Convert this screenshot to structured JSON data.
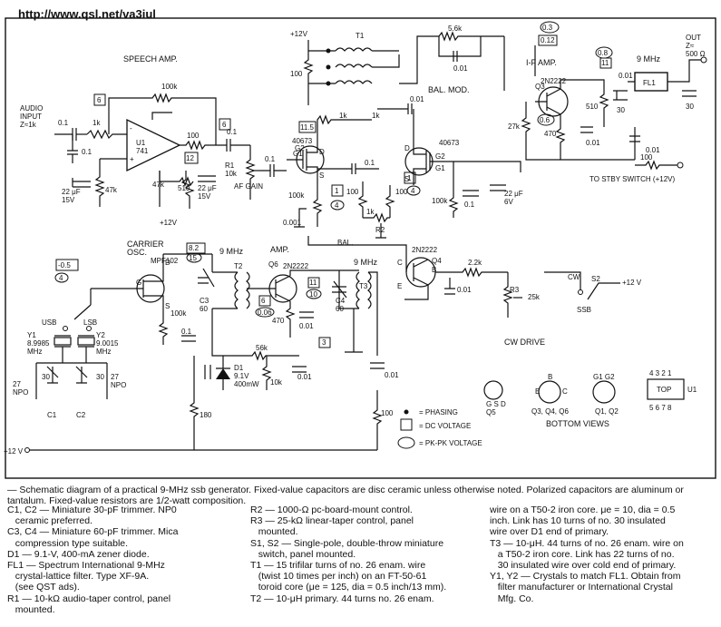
{
  "header": {
    "url": "http://www.qsl.net/va3iul"
  },
  "sections": {
    "speech_amp": "SPEECH AMP.",
    "carrier_osc": "CARRIER\nOSC.",
    "amp": "AMP.",
    "bal_mod": "BAL. MOD.",
    "if_amp": "I-F AMP.",
    "cw_drive": "CW DRIVE",
    "bottom_views": "BOTTOM VIEWS"
  },
  "labels": {
    "audio_input": "AUDIO\nINPUT\nZ≈1k",
    "plus12v": "+12V",
    "plus12v_b": "+12 V",
    "u1": "U1\n741",
    "af_gain": "AF GAIN",
    "r1": "R1\n10k",
    "bal": "BAL.",
    "r2": "R2",
    "q1_part": "40673",
    "q2_part": "40673",
    "q3_part": "2N2222",
    "q4_part": "2N2222",
    "q5_part": "MPF102",
    "q6_part": "2N2222",
    "nine_mhz": "9 MHz",
    "fl1": "FL1",
    "out": "OUT\nZ≈\n500 Ω",
    "to_stby": "TO STBY SWITCH (+12V)",
    "usb": "USB",
    "lsb": "LSB",
    "y1": "Y1\n8.9985\nMHz",
    "y2": "Y2\n9.0015\nMHz",
    "d1": "D1\n9.1V\n400mW",
    "t1": "T1",
    "t2": "T2",
    "t3": "T3",
    "c3": "C3\n60",
    "c4": "C4\n60",
    "r3": "R3",
    "cw": "CW",
    "ssb": "SSB",
    "s2": "S2",
    "pkg_q5": "G S D\nQ5",
    "pkg_q346": "Q3, Q4, Q6",
    "pkg_q12": "Q1, Q2",
    "pkg_u1": "U1",
    "pkg_top": "TOP",
    "pins_top": "4 3 2 1",
    "pins_bot": "5 6 7 8"
  },
  "values": {
    "r100k": "100k",
    "r1k": "1k",
    "r47k": "47k",
    "r510": "510",
    "r100": "100",
    "r5k6": "5.6k",
    "r27k": "27k",
    "r470": "470",
    "r2k2": "2.2k",
    "r25k": "25k",
    "r56k": "56k",
    "r180": "180",
    "r10k": "10k",
    "c01": "0.1",
    "c001": "0.01",
    "c0001": "0.001",
    "c22uf15": "22 μF\n15V",
    "c22uf6": "22 μF\n6V",
    "c30": "30",
    "c27": "27\nNPO"
  },
  "voltages": {
    "v_6": "6",
    "v_6b": "6",
    "v_12": "12",
    "v_11_5": "11.5",
    "v_1": "1",
    "v_4": "4",
    "v_4b": "4",
    "v_0_3": "0.3",
    "v_0_12": "0.12",
    "v_0_8": "0.8",
    "v_11": "11",
    "v_0_6": "0.6",
    "v_neg05": "-0.5",
    "v_4c": "4",
    "v_8_2": "8.2",
    "v_15": "15",
    "v_6c": "6",
    "v_0_06": "0.06",
    "v_11b": "11",
    "v_10": "10",
    "v_3": "3"
  },
  "legend": {
    "phasing": "= PHASING",
    "dc_voltage": "= DC VOLTAGE",
    "pk_voltage": "= PK-PK VOLTAGE"
  },
  "caption": {
    "intro": "— Schematic diagram of a practical 9-MHz ssb generator. Fixed-value capacitors are disc ceramic unless otherwise noted. Polarized capacitors are aluminum or tantalum. Fixed-value resistors are 1/2-watt composition.",
    "col1": [
      "C1, C2 — Miniature 30-pF trimmer. NP0",
      "   ceramic preferred.",
      "C3, C4 — Miniature 60-pF trimmer. Mica",
      "   compression type suitable.",
      "D1 — 9.1-V, 400-mA zener diode.",
      "FL1 — Spectrum International 9-MHz",
      "   crystal-lattice filter. Type XF-9A.",
      "   (see QST ads).",
      "R1 — 10-kΩ audio-taper control, panel",
      "   mounted."
    ],
    "col2": [
      "R2 — 1000-Ω pc-board-mount control.",
      "R3 — 25-kΩ linear-taper control, panel",
      "   mounted.",
      "S1, S2 — Single-pole, double-throw miniature",
      "   switch, panel mounted.",
      "T1 — 15 trifilar turns of no. 26 enam. wire",
      "   (twist 10 times per inch) on an FT-50-61",
      "   toroid core (μe = 125, dia = 0.5 inch/13 mm).",
      "T2 — 10-μH primary. 44 turns no. 26 enam."
    ],
    "col3": [
      "wire on a T50-2 iron core. μe = 10, dia = 0.5",
      "inch. Link has 10 turns of no. 30 insulated",
      "wire over D1 end of primary.",
      "T3 — 10-μH. 44 turns of no. 26 enam. wire on",
      "   a T50-2 iron core. Link has 22 turns of no.",
      "   30 insulated wire over cold end of primary.",
      "Y1, Y2 — Crystals to match FL1. Obtain from",
      "   filter manufacturer or International Crystal",
      "   Mfg. Co."
    ]
  }
}
